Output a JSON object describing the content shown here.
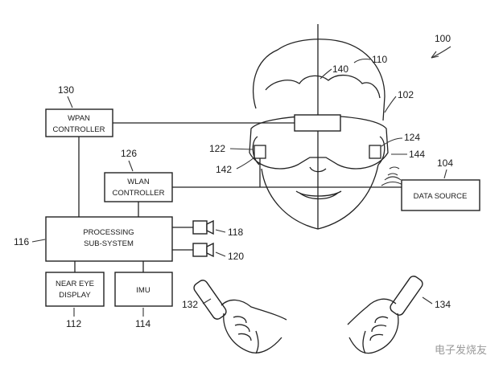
{
  "figure_number": "100",
  "components": {
    "wpan": {
      "line1": "WPAN",
      "line2": "CONTROLLER",
      "ref": "130"
    },
    "wlan": {
      "line1": "WLAN",
      "line2": "CONTROLLER",
      "ref": "126"
    },
    "processing": {
      "line1": "PROCESSING",
      "line2": "SUB-SYSTEM",
      "ref": "116"
    },
    "near_eye": {
      "line1": "NEAR EYE",
      "line2": "DISPLAY",
      "ref": "112"
    },
    "imu": {
      "line1": "IMU",
      "ref": "114"
    },
    "data_source": {
      "line1": "DATA SOURCE",
      "ref": "104"
    }
  },
  "reference_numbers": {
    "user": "110",
    "display_unit": "140",
    "headset": "102",
    "left_camera": "122",
    "left_camera_sub": "142",
    "right_camera": "124",
    "right_camera_sub": "144",
    "camera_a": "118",
    "camera_b": "120",
    "left_controller": "132",
    "right_controller": "134"
  },
  "watermark": "电子发烧友"
}
